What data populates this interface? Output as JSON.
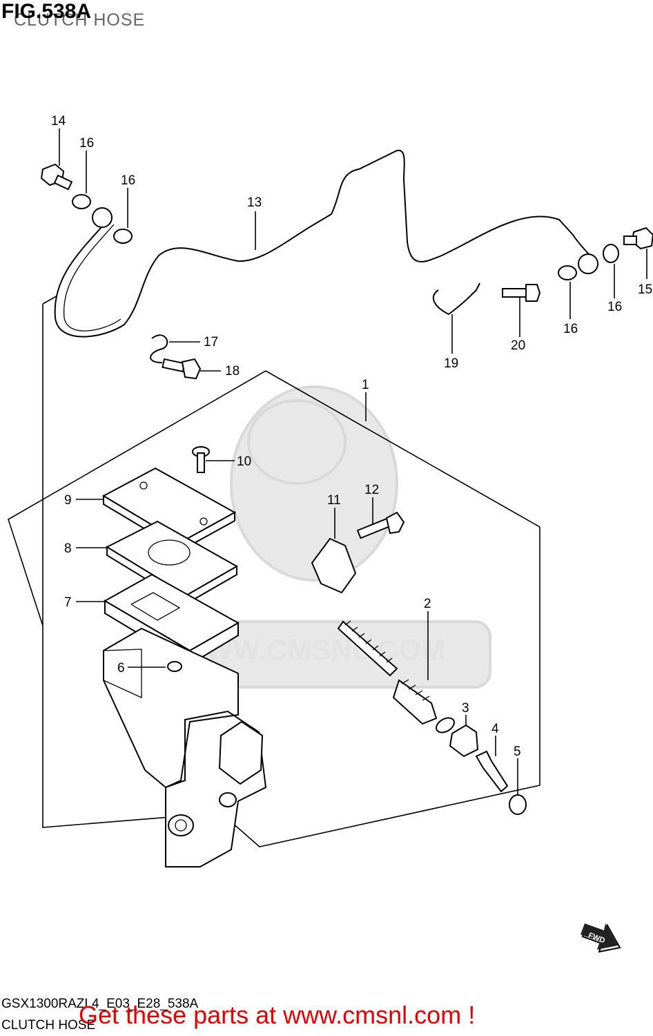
{
  "header": {
    "figure_number": "FIG.538A",
    "figure_subtitle": "CLUTCH HOSE"
  },
  "footer": {
    "model_code": "GSX1300RAZL4_E03_E28_538A",
    "diagram_name": "CLUTCH HOSE"
  },
  "promo": {
    "text": "Get these parts at www.cmsnl.com !",
    "color": "#e00000"
  },
  "watermark": {
    "text": "WWW.CMSNL.COM"
  },
  "direction_arrow": {
    "label": "FWD"
  },
  "callouts": {
    "c1": "1",
    "c2": "2",
    "c3": "3",
    "c4": "4",
    "c5": "5",
    "c6": "6",
    "c7": "7",
    "c8": "8",
    "c9": "9",
    "c10": "10",
    "c11": "11",
    "c12": "12",
    "c13": "13",
    "c14": "14",
    "c15": "15",
    "c16a": "16",
    "c16b": "16",
    "c16c": "16",
    "c16d": "16",
    "c17": "17",
    "c18": "18",
    "c19": "19",
    "c20": "20"
  }
}
